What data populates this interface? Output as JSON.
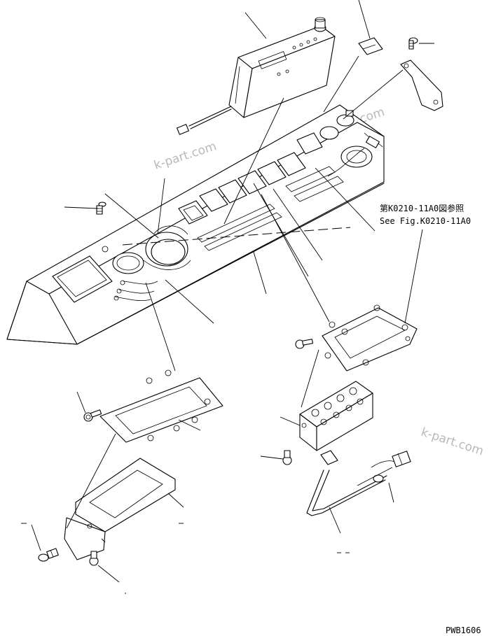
{
  "reference": {
    "japanese": "第K0210-11A0図参照",
    "english": "See Fig.K0210-11A0"
  },
  "watermarks": [
    "k-part.com",
    "k-part.com",
    "k-part.com",
    "k-part.com"
  ],
  "drawing_number": "PWB1606"
}
